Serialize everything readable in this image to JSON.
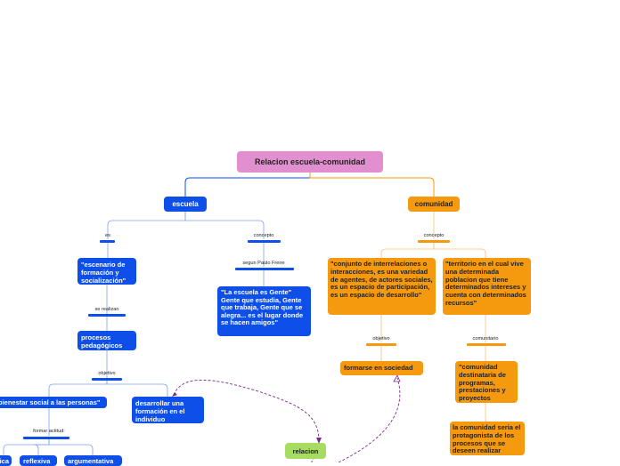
{
  "root": "Relacion escuela-comunidad",
  "escuela": {
    "title": "escuela",
    "es_label": "es",
    "concepto_label": "concepto",
    "segun_label": "segun  Paulo Freire",
    "escenario": "\"escenario de formación y socialización\"",
    "se_realizan": "se realizan",
    "procesos": "procesos pedagógicos",
    "objetivo_label": "objetivo",
    "bienestar": "bienestar social a las personas\"",
    "desarrollar": "desarrollar una formación en el individuo",
    "formar_actitud": "formar actitud:",
    "actitud_1": "ica",
    "actitud_2": "reflexiva",
    "actitud_3": "argumentativa",
    "freire_quote": "\"La escuela es Gente\" Gente que estudia, Gente que trabaja, Gente que se alegra... es el lugar donde se hacen amigos\""
  },
  "comunidad": {
    "title": "comunidad",
    "concepto_label": "concepto",
    "conjunto": "\"conjunto de interrelaciones o interacciones, es una variedad de  agentes, de actores sociales, es un espacio de participación, es un espacio de desarrollo\"",
    "territorio": "\"territorio en el cual vive una determinada poblacion que tiene determinados intereses y cuenta con determinados recursos\"",
    "objetivo_label": "objetivo",
    "comunitario_label": "comunitario",
    "formarse": "formarse en sociedad",
    "destinataria": "\"comunidad destinataria de programas, prestaciones y proyectos",
    "protagonista": "la comunidad seria el protagonista de los procesos que se deseen realizar"
  },
  "relacion": "relacion",
  "colors": {
    "escuela": "#0d4fe8",
    "comunidad": "#f5990f",
    "root": "#e28fcf",
    "relacion": "#a6dc61"
  }
}
